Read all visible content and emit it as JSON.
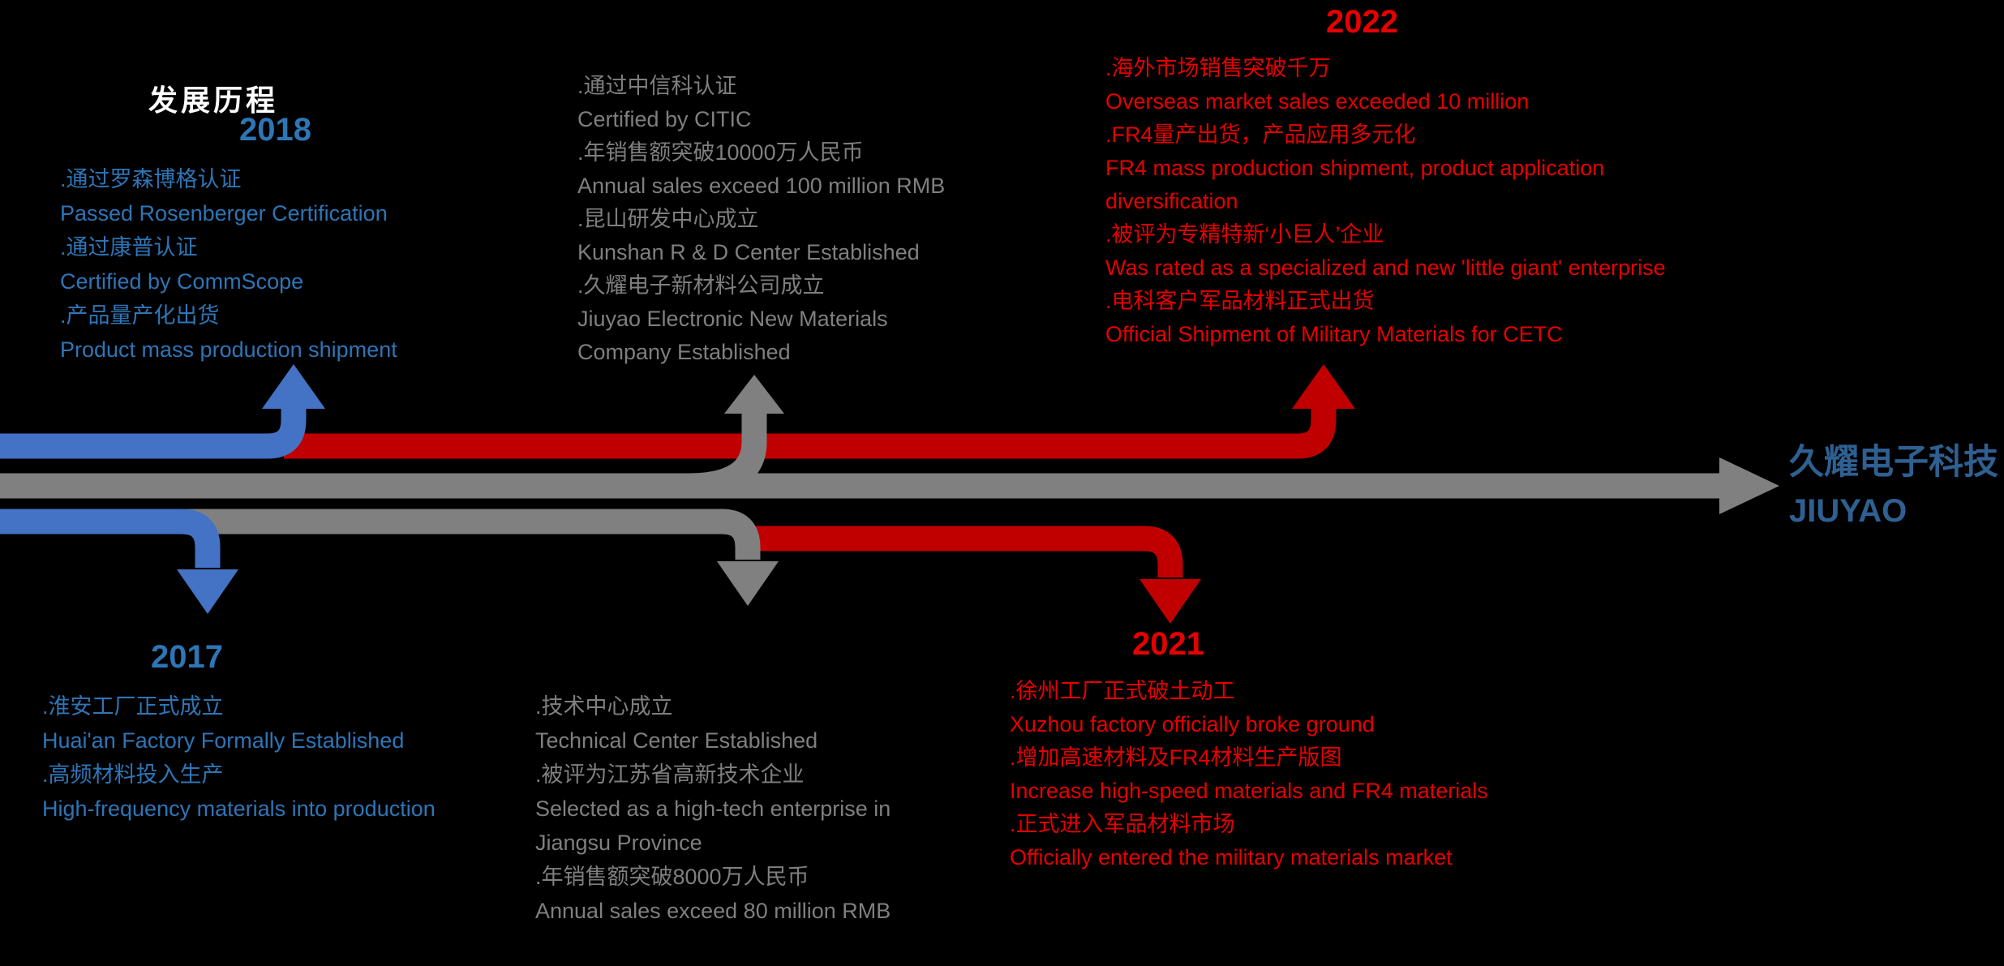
{
  "slide": {
    "title": "发展历程"
  },
  "brand": {
    "name_cn": "久耀电子科技",
    "name_en": "JIUYAO"
  },
  "colors": {
    "background": "#000000",
    "title_text": "#FFFFFF",
    "blue_text": "#2E75B6",
    "blue_arrow": "#4472C4",
    "gray_text": "#7F7F7F",
    "gray_arrow": "#808080",
    "red_text": "#E60000",
    "red_arrow": "#C00000",
    "brand_text": "#2E6091"
  },
  "timeline": {
    "type": "horizontal-arrow",
    "direction": "left-to-right"
  },
  "milestones": [
    {
      "year": "2018",
      "side": "top",
      "color": "#2E75B6",
      "lines": [
        ".通过罗森博格认证",
        "Passed Rosenberger Certification",
        ".通过康普认证",
        "Certified by CommScope",
        ".产品量产化出货",
        "Product mass production shipment"
      ]
    },
    {
      "year": "",
      "side": "top",
      "color": "#7F7F7F",
      "lines": [
        ".通过中信科认证",
        "Certified by CITIC",
        ".年销售额突破10000万人民币",
        "Annual sales exceed 100 million RMB",
        ".昆山研发中心成立",
        "Kunshan R & D Center Established",
        ".久耀电子新材料公司成立",
        "Jiuyao Electronic New Materials",
        "Company Established"
      ]
    },
    {
      "year": "2022",
      "side": "top",
      "color": "#E60000",
      "lines": [
        ".海外市场销售突破千万",
        "Overseas market sales exceeded 10 million",
        ".FR4量产出货，产品应用多元化",
        "FR4 mass production shipment, product application",
        "diversification",
        ".被评为专精特新‘小巨人’企业",
        "Was rated as a specialized and new 'little giant' enterprise",
        ".电科客户军品材料正式出货",
        "Official Shipment of Military Materials for CETC"
      ]
    },
    {
      "year": "2017",
      "side": "bottom",
      "color": "#2E75B6",
      "lines": [
        ".淮安工厂正式成立",
        "Huai'an Factory Formally Established",
        ".高频材料投入生产",
        "High-frequency materials into production"
      ]
    },
    {
      "year": "",
      "side": "bottom",
      "color": "#7F7F7F",
      "lines": [
        ".技术中心成立",
        "Technical Center Established",
        ".被评为江苏省高新技术企业",
        "Selected as a high-tech enterprise in",
        "Jiangsu Province",
        ".年销售额突破8000万人民币",
        "Annual sales exceed 80 million RMB"
      ]
    },
    {
      "year": "2021",
      "side": "bottom",
      "color": "#E60000",
      "lines": [
        ".徐州工厂正式破土动工",
        "Xuzhou factory officially broke ground",
        ".增加高速材料及FR4材料生产版图",
        "Increase high-speed materials and FR4 materials",
        ".正式进入军品材料市场",
        "Officially entered the military materials market"
      ]
    }
  ]
}
